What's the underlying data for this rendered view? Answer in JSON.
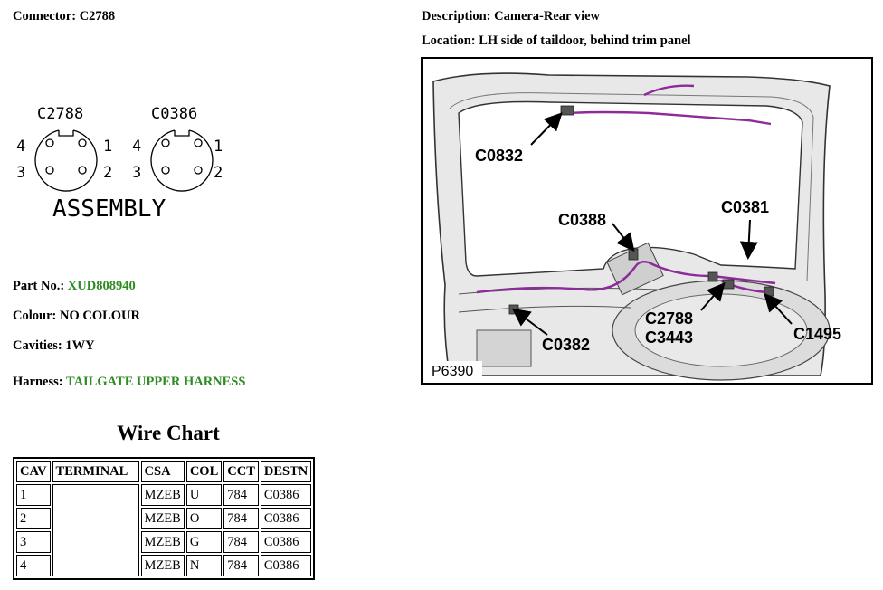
{
  "header": {
    "connector_label": "Connector:",
    "connector_value": "C2788",
    "description_label": "Description:",
    "description_value": "Camera-Rear view",
    "location_label": "Location:",
    "location_value": "LH side of taildoor, behind trim panel"
  },
  "face_view": {
    "left_connector": "C2788",
    "right_connector": "C0386",
    "caption": "ASSEMBLY",
    "pins": {
      "p1": "1",
      "p2": "2",
      "p3": "3",
      "p4": "4"
    }
  },
  "details": {
    "part_label": "Part No.:",
    "part_value": "XUD808940",
    "colour_label": "Colour:",
    "colour_value": "NO COLOUR",
    "cavities_label": "Cavities:",
    "cavities_value": "1WY",
    "harness_label": "Harness:",
    "harness_value": "TAILGATE UPPER HARNESS"
  },
  "wire_chart": {
    "title": "Wire Chart",
    "headers": [
      "CAV",
      "TERMINAL",
      "CSA",
      "COL",
      "CCT",
      "DESTN"
    ],
    "rows": [
      {
        "cav": "1",
        "terminal": "",
        "csa": "MZEB",
        "col": "U",
        "cct": "784",
        "destn": "C0386"
      },
      {
        "cav": "2",
        "terminal": "",
        "csa": "MZEB",
        "col": "O",
        "cct": "784",
        "destn": "C0386"
      },
      {
        "cav": "3",
        "terminal": "",
        "csa": "MZEB",
        "col": "G",
        "cct": "784",
        "destn": "C0386"
      },
      {
        "cav": "4",
        "terminal": "",
        "csa": "MZEB",
        "col": "N",
        "cct": "784",
        "destn": "C0386"
      }
    ]
  },
  "diagram": {
    "callouts": {
      "c0832": "C0832",
      "c0388": "C0388",
      "c0381": "C0381",
      "c2788": "C2788",
      "c3443": "C3443",
      "c1495": "C1495",
      "c0382": "C0382"
    },
    "figure_id": "P6390",
    "harness_color": "#8e2a9a"
  }
}
